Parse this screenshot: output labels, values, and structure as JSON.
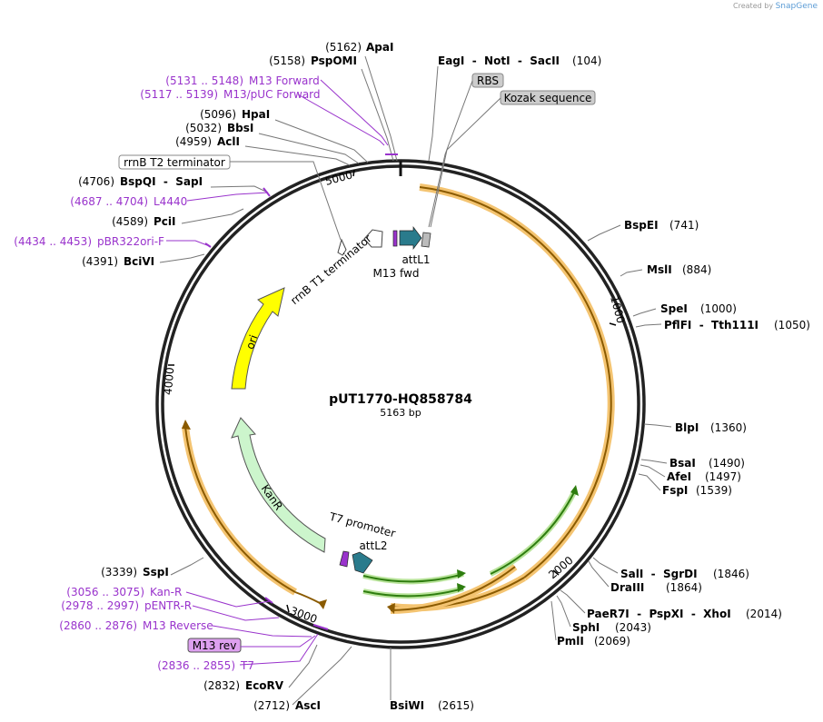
{
  "brand": {
    "prefix": "Created by",
    "name": "SnapGene"
  },
  "plasmid": {
    "name": "pUT1770-HQ858784",
    "length_label": "5163 bp",
    "length": 5163
  },
  "ticks": [
    "1000",
    "2000",
    "3000",
    "4000",
    "5000"
  ],
  "features": [
    {
      "name": "ori",
      "label": "ori"
    },
    {
      "name": "kanr",
      "label": "KanR"
    },
    {
      "name": "rrnb-t1",
      "label": "rrnB T1 terminator"
    },
    {
      "name": "m13fwd",
      "label": "M13 fwd"
    },
    {
      "name": "attl1",
      "label": "attL1"
    },
    {
      "name": "t7promoter",
      "label": "T7 promoter"
    },
    {
      "name": "attl2",
      "label": "attL2"
    }
  ],
  "boxed_labels": {
    "rbs": "RBS",
    "kozak": "Kozak sequence",
    "rrnb_t2": "rrnB T2 terminator",
    "m13rev": "M13 rev"
  },
  "left_sites": [
    {
      "pos": "(5162)",
      "name": "ApaI"
    },
    {
      "pos": "(5158)",
      "name": "PspOMI"
    },
    {
      "pos": "(5096)",
      "name": "HpaI"
    },
    {
      "pos": "(5032)",
      "name": "BbsI"
    },
    {
      "pos": "(4959)",
      "name": "AclI"
    },
    {
      "pos": "(4706)",
      "name": "BspQI  -  SapI"
    },
    {
      "pos": "(4589)",
      "name": "PciI"
    },
    {
      "pos": "(4391)",
      "name": "BciVI"
    },
    {
      "pos": "(3339)",
      "name": "SspI"
    },
    {
      "pos": "(2832)",
      "name": "EcoRV"
    },
    {
      "pos": "(2712)",
      "name": "AscI"
    }
  ],
  "right_sites": [
    {
      "name": "EagI  -  NotI  -  SacII",
      "pos": "(104)"
    },
    {
      "name": "BspEI",
      "pos": "(741)"
    },
    {
      "name": "MslI",
      "pos": "(884)"
    },
    {
      "name": "SpeI",
      "pos": "(1000)"
    },
    {
      "name": "PflFI  -  Tth111I",
      "pos": "(1050)"
    },
    {
      "name": "BlpI",
      "pos": "(1360)"
    },
    {
      "name": "BsaI",
      "pos": "(1490)"
    },
    {
      "name": "AfeI",
      "pos": "(1497)"
    },
    {
      "name": "FspI",
      "pos": "(1539)"
    },
    {
      "name": "SalI  -  SgrDI",
      "pos": "(1846)"
    },
    {
      "name": "DraIII",
      "pos": "(1864)"
    },
    {
      "name": "PaeR7I  -  PspXI  -  XhoI",
      "pos": "(2014)"
    },
    {
      "name": "SphI",
      "pos": "(2043)"
    },
    {
      "name": "PmlI",
      "pos": "(2069)"
    },
    {
      "name": "BsiWI",
      "pos": "(2615)"
    }
  ],
  "primers": [
    {
      "range": "(5131 .. 5148)",
      "name": "M13 Forward"
    },
    {
      "range": "(5117 .. 5139)",
      "name": "M13/pUC Forward"
    },
    {
      "range": "(4687 .. 4704)",
      "name": "L4440"
    },
    {
      "range": "(4434 .. 4453)",
      "name": "pBR322ori-F"
    },
    {
      "range": "(3056 .. 3075)",
      "name": "Kan-R"
    },
    {
      "range": "(2978 .. 2997)",
      "name": "pENTR-R"
    },
    {
      "range": "(2860 .. 2876)",
      "name": "M13 Reverse"
    },
    {
      "range": "(2836 .. 2855)",
      "name": "T7"
    }
  ]
}
